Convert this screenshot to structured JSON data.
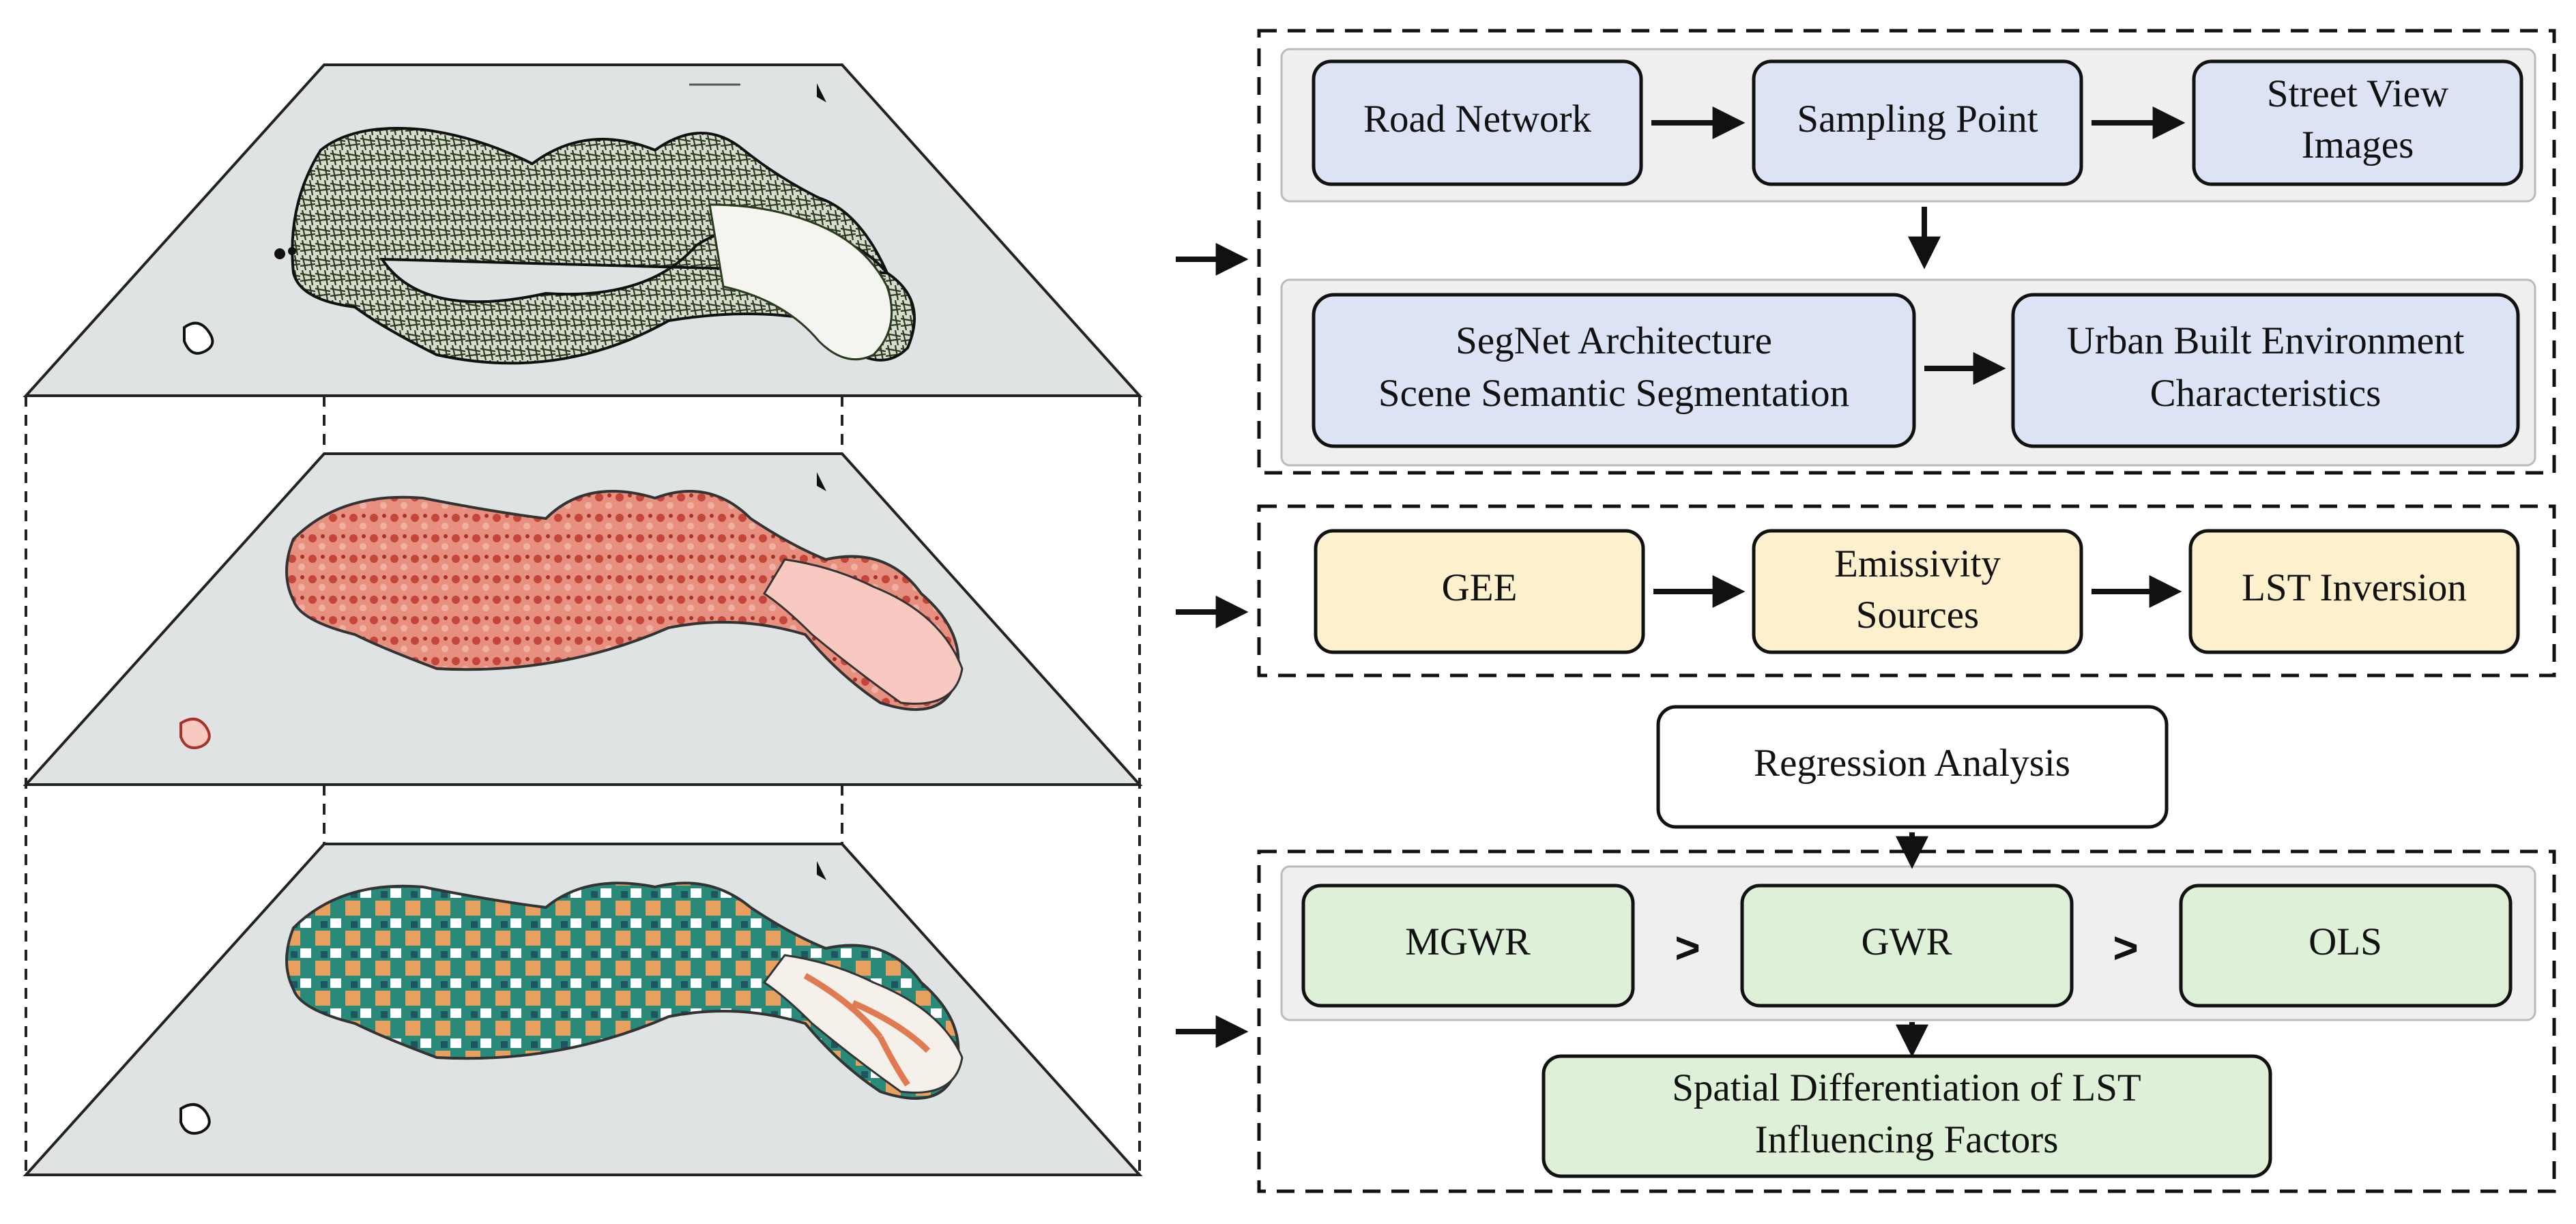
{
  "colors": {
    "blue_box": "#dce3f5",
    "yellow_box": "#fdf0cd",
    "green_box": "#dff0d8",
    "group_bg": "#efefef",
    "map_land": "#dfe3e3",
    "roads": "#2b3a1f",
    "heat_light": "#f7c9c0",
    "heat_dark": "#c4453a",
    "cluster_teal": "#2a8a7a",
    "cluster_orange": "#e8a060"
  },
  "layers": [
    {
      "name": "road-network-layer",
      "style": "roads"
    },
    {
      "name": "lst-heat-layer",
      "style": "heat"
    },
    {
      "name": "cluster-layer",
      "style": "cluster"
    }
  ],
  "nodes": {
    "road_network": [
      "Road Network"
    ],
    "sampling_point": [
      "Sampling Point"
    ],
    "street_view": [
      "Street View",
      "Images"
    ],
    "segnet": [
      "SegNet Architecture",
      "Scene Semantic Segmentation"
    ],
    "urban_env": [
      "Urban Built Environment",
      "Characteristics"
    ],
    "gee": [
      "GEE"
    ],
    "emissivity": [
      "Emissivity",
      "Sources"
    ],
    "lst_inversion": [
      "LST Inversion"
    ],
    "regression": [
      "Regression Analysis"
    ],
    "mgwr": [
      "MGWR"
    ],
    "gwr": [
      "GWR"
    ],
    "ols": [
      "OLS"
    ],
    "spatial_diff": [
      "Spatial Differentiation of LST",
      "Influencing Factors"
    ]
  },
  "comparators": [
    ">",
    ">"
  ]
}
